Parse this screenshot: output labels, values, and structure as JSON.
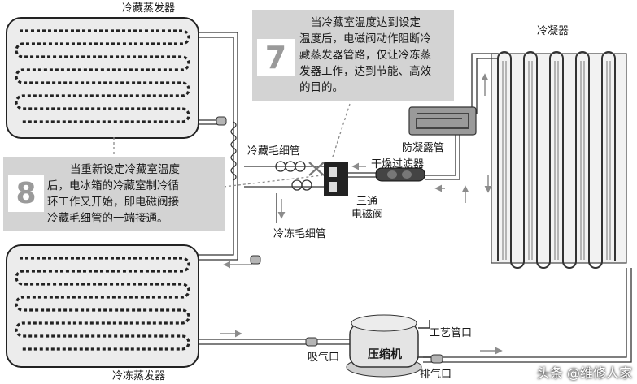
{
  "labels": {
    "fridge_evaporator": "冷藏蒸发器",
    "freezer_evaporator": "冷冻蒸发器",
    "condenser": "冷凝器",
    "anti_condensation_pipe": "防凝露管",
    "dryer_filter": "干燥过滤器",
    "fridge_capillary": "冷藏毛细管",
    "freezer_capillary": "冷冻毛细管",
    "solenoid_valve_line1": "三通",
    "solenoid_valve_line2": "电磁阀",
    "process_pipe": "工艺管口",
    "suction_port": "吸气口",
    "discharge_port": "排气口",
    "compressor": "压缩机"
  },
  "notes": {
    "note7": {
      "number": "7",
      "lines": [
        "当冷藏室温度达到设定",
        "温度后，电磁阀动作阻断冷",
        "藏蒸发器管路，仅让冷冻蒸",
        "发器工作，达到节能、高效",
        "的目的。"
      ]
    },
    "note8": {
      "number": "8",
      "lines": [
        "当重新设定冷藏室温度",
        "后，电冰箱的冷藏室制冷循",
        "环工作又开始，即电磁阀接",
        "冷藏毛细管的一端接通。"
      ]
    }
  },
  "watermark": "头条 @维修人家"
}
